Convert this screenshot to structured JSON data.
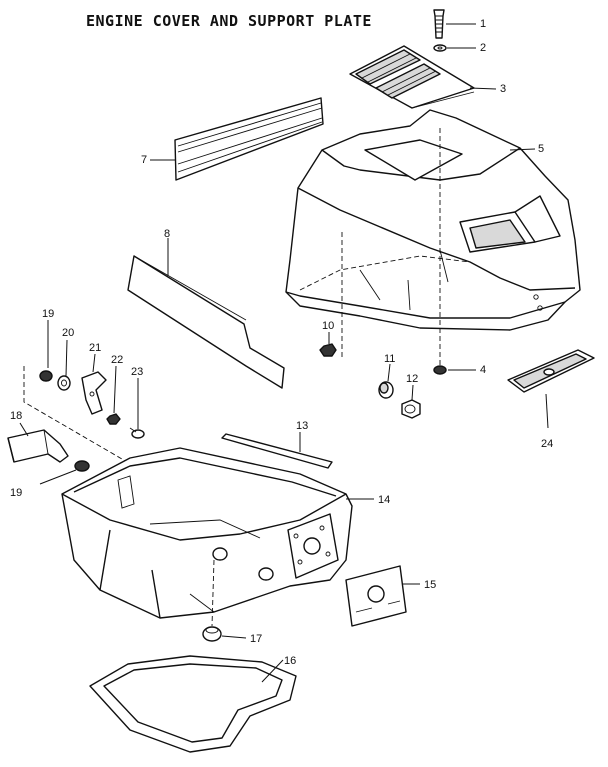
{
  "title": "ENGINE COVER AND SUPPORT PLATE",
  "callouts": [
    "1",
    "2",
    "3",
    "4",
    "5",
    "7",
    "8",
    "10",
    "11",
    "12",
    "13",
    "14",
    "15",
    "16",
    "17",
    "18",
    "19",
    "19",
    "20",
    "21",
    "22",
    "23",
    "24"
  ]
}
